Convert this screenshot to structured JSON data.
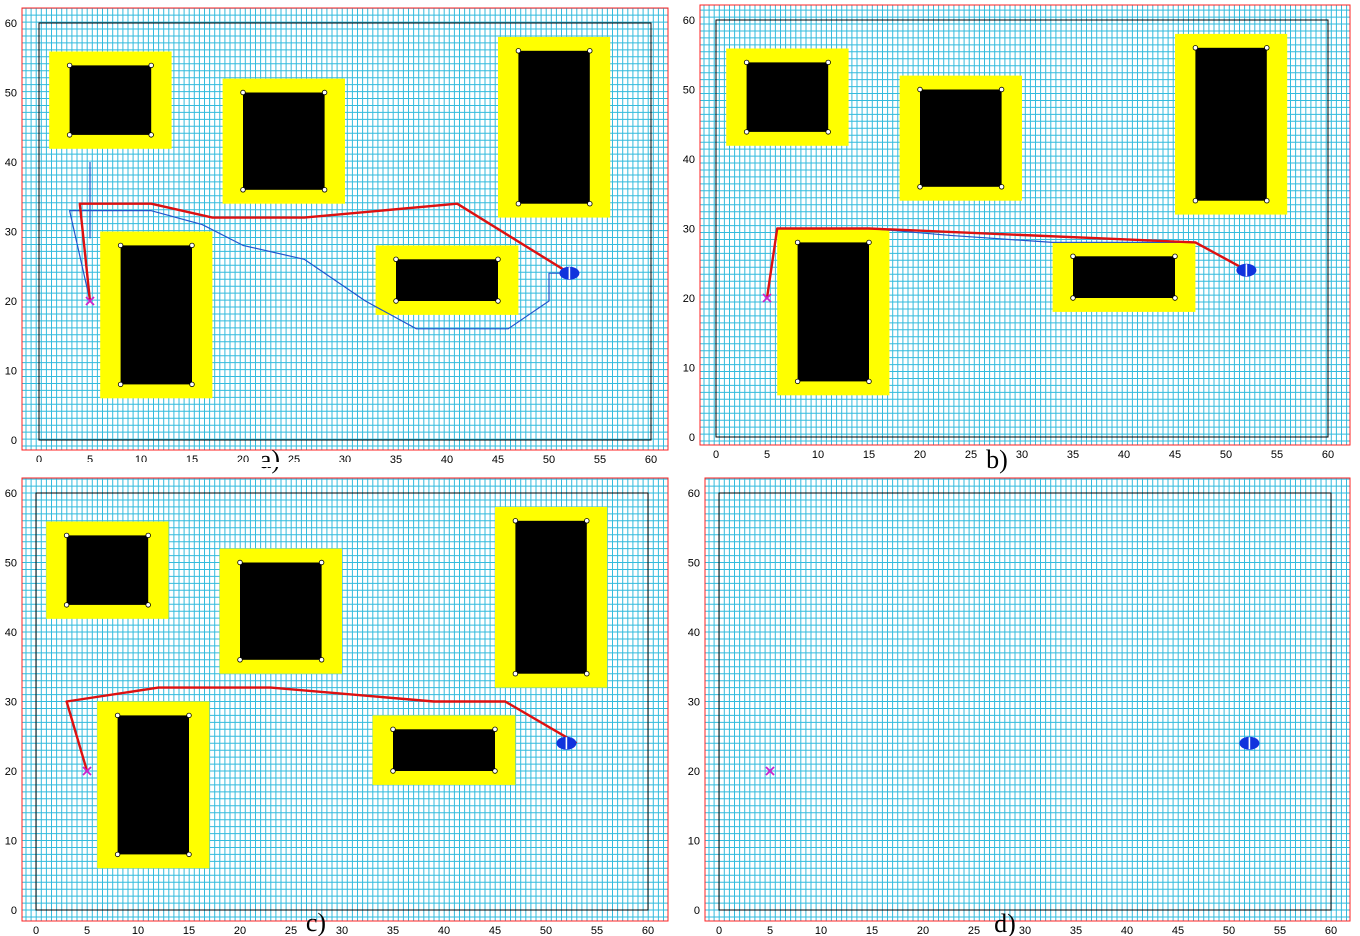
{
  "figure": {
    "x_ticks": [
      "0",
      "5",
      "10",
      "15",
      "20",
      "25",
      "30",
      "35",
      "40",
      "45",
      "50",
      "55",
      "60"
    ],
    "y_ticks": [
      "0",
      "10",
      "20",
      "30",
      "40",
      "50",
      "60"
    ],
    "colors": {
      "grid": "#33bbdd",
      "frame": "#ff2020",
      "boundary": "#000000",
      "obstacle": "#000000",
      "safety_margin": "#ffff00",
      "path_main": "#dd1111",
      "path_alt": "#2255cc",
      "start_marker": "#cc22cc",
      "goal_marker": "#1133dd"
    }
  },
  "panels": [
    {
      "label": "a)",
      "start": [
        5,
        20
      ],
      "goal": [
        52,
        24
      ],
      "path_main": [
        [
          5,
          20
        ],
        [
          4,
          34
        ],
        [
          11,
          34
        ],
        [
          17,
          32
        ],
        [
          26,
          32
        ],
        [
          41,
          34
        ],
        [
          52,
          24
        ]
      ],
      "path_alt": [
        [
          5,
          20
        ],
        [
          3,
          33
        ],
        [
          11,
          33
        ],
        [
          16,
          31
        ],
        [
          20,
          28
        ],
        [
          26,
          26
        ],
        [
          32,
          20
        ],
        [
          37,
          16
        ],
        [
          46,
          16
        ],
        [
          50,
          20
        ],
        [
          50,
          24
        ],
        [
          52,
          24
        ]
      ],
      "path_alt_stub": [
        [
          5,
          40
        ],
        [
          5,
          29
        ]
      ]
    },
    {
      "label": "b)",
      "start": [
        5,
        20
      ],
      "goal": [
        52,
        24
      ],
      "path_main": [
        [
          5,
          20
        ],
        [
          6,
          30
        ],
        [
          15,
          30
        ],
        [
          47,
          28
        ],
        [
          52,
          24
        ]
      ],
      "path_alt": [
        [
          5,
          20
        ],
        [
          6,
          30
        ],
        [
          15,
          30
        ],
        [
          23,
          29
        ],
        [
          33,
          28
        ],
        [
          47,
          28
        ],
        [
          52,
          24
        ]
      ]
    },
    {
      "label": "c)",
      "start": [
        5,
        20
      ],
      "goal": [
        52,
        24
      ],
      "path_main": [
        [
          5,
          20
        ],
        [
          3,
          30
        ],
        [
          12,
          32
        ],
        [
          23,
          32
        ],
        [
          39,
          30
        ],
        [
          46,
          30
        ],
        [
          53,
          24
        ]
      ]
    },
    {
      "label": "d)",
      "start": [
        5,
        20
      ],
      "goal": [
        52,
        24
      ]
    }
  ]
}
